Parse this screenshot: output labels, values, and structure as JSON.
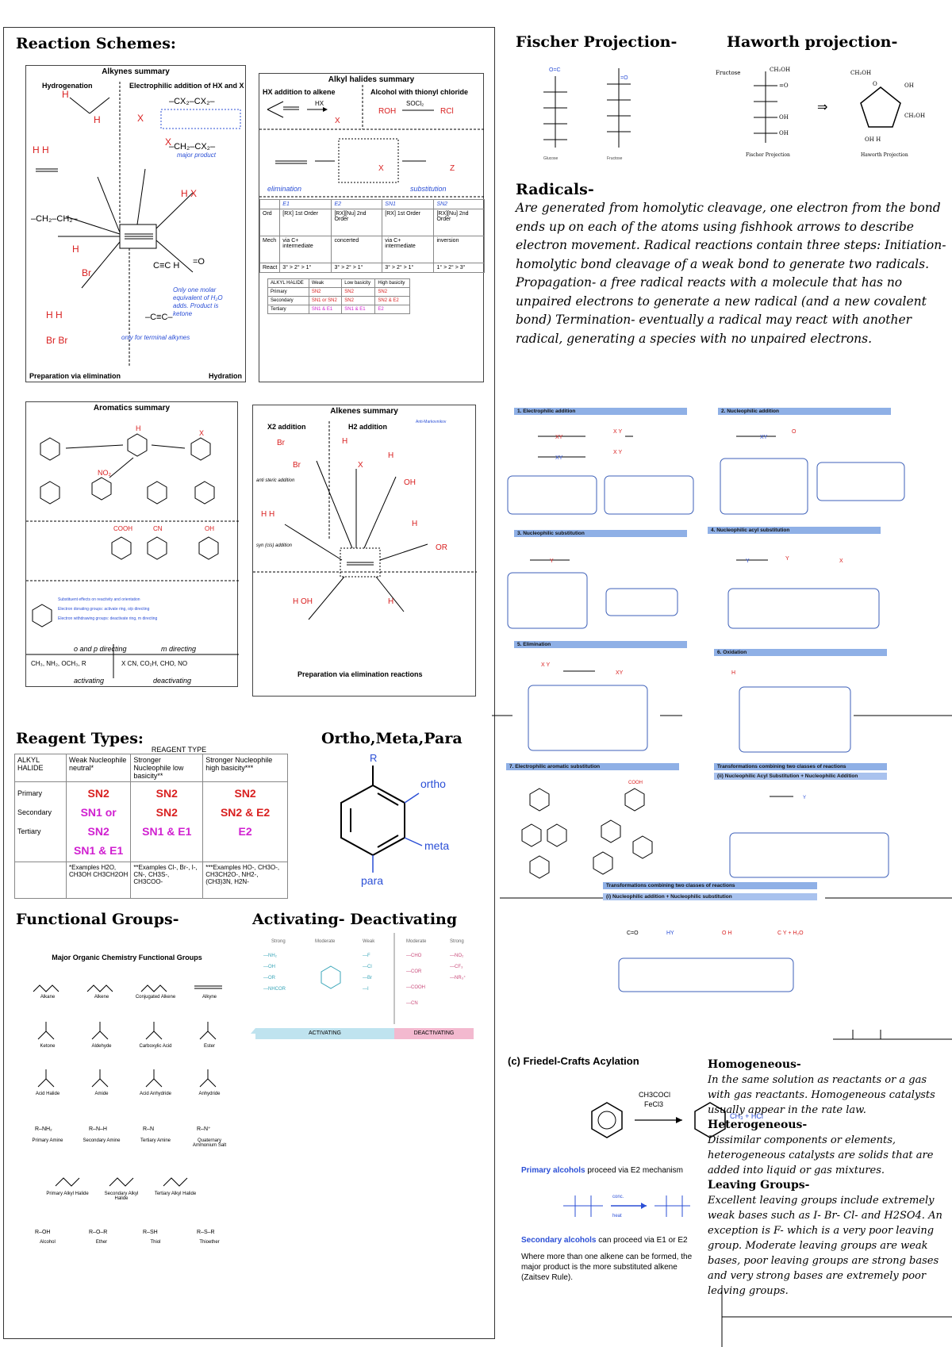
{
  "headings": {
    "reaction_schemes": "Reaction Schemes:",
    "fischer": "Fischer Projection-",
    "haworth": "Haworth projection-",
    "radicals": "Radicals-",
    "reagent_types": "Reagent Types:",
    "ortho_meta_para": "Ortho,Meta,Para",
    "functional_groups": "Functional Groups-",
    "activating": "Activating- Deactivating",
    "homogeneous": "Homogeneous-",
    "heterogeneous": "Heterogeneous-",
    "leaving_groups": "Leaving Groups-"
  },
  "radicals_text": "Are generated from homolytic cleavage, one electron from the bond ends up on each of the atoms using fishhook arrows to describe electron movement. Radical reactions contain three steps: Initiation- homolytic bond cleavage of a weak bond to generate two radicals. Propagation- a free radical reacts with a molecule that has no unpaired electrons to generate a new radical (and a new covalent bond) Termination- eventually a radical may react with another radical, generating a species with no unpaired electrons.",
  "homogeneous_text": "In the same solution as reactants or a gas with gas reactants. Homogeneous catalysts usually appear in the rate law.",
  "heterogeneous_text": "Dissimilar components or elements, heterogeneous catalysts are solids that are added into liquid or gas mixtures.",
  "leaving_text": "Excellent leaving groups include extremely weak bases such as I- Br- Cl- and H2SO4. An exception is F- which is a very poor leaving group. Moderate leaving groups are weak bases, poor leaving groups are strong bases and very strong bases are extremely poor leaving groups.",
  "summaries": {
    "alkynes": "Alkynes summary",
    "alkyl_halides": "Alkyl halides summary",
    "aromatics": "Aromatics summary",
    "alkenes": "Alkenes summary",
    "alkyne_hydrogenation": "Hydrogenation",
    "alkyne_electrophilic": "Electrophilic addition of HX and X",
    "alkyne_prep": "Preparation via elimination",
    "alkyne_hydration": "Hydration",
    "alkyl_hx": "HX addition to alkene",
    "alkyl_thionyl": "Alcohol with thionyl chloride",
    "alkyl_elimination": "elimination",
    "alkyl_substitution": "substitution",
    "alkenes_x2": "X2 addition",
    "alkenes_h2": "H2 addition",
    "alkenes_prep": "Preparation via elimination reactions",
    "aromatics_ortho": "o and p directing",
    "aromatics_meta": "m directing",
    "aromatics_activating": "activating",
    "aromatics_deactivating": "deactivating"
  },
  "reagent_table": {
    "caption": "REAGENT TYPE",
    "corner": "ALKYL HALIDE",
    "col_headers": [
      "Weak Nucleophile neutral*",
      "Stronger Nucleophile low basicity**",
      "Stronger Nucleophile high basicity***"
    ],
    "row_labels": [
      "Primary",
      "Secondary",
      "Tertiary"
    ],
    "cells": [
      [
        "SN2",
        "SN2",
        "SN2"
      ],
      [
        "SN1 or SN2",
        "SN2",
        "SN2 & E2"
      ],
      [
        "SN1 & E1",
        "SN1 & E1",
        "E2"
      ]
    ],
    "examples": [
      "*Examples H2O, CH3OH CH3CH2OH",
      "**Examples Cl-, Br-, I-, CN-, CH3S-, CH3COO-",
      "***Examples HO-, CH3O-, CH3CH2O-, NH2-, (CH3)3N, H2N-"
    ]
  },
  "omp": {
    "r": "R",
    "ortho": "ortho",
    "meta": "meta",
    "para": "para"
  },
  "functional": {
    "title": "Major Organic Chemistry Functional Groups",
    "groups": [
      "Alkane",
      "Alkene",
      "Conjugated Alkene",
      "Alkyne",
      "Ketone",
      "Aldehyde",
      "Carboxylic Acid",
      "Ester",
      "Acid Halide",
      "Amide",
      "Acid Anhydride",
      "Anhydride",
      "Primary Amine",
      "Secondary Amine",
      "Tertiary Amine",
      "Quaternary Ammonium Salt",
      "Primary Alkyl Halide",
      "Secondary Alkyl Halide",
      "Tertiary Alkyl Halide",
      "Alcohol",
      "Ether",
      "Thiol",
      "Thioether"
    ]
  },
  "act_deact": {
    "activating": "ACTIVATING",
    "deactivating": "DEACTIVATING"
  },
  "reaction_panels": {
    "p1": "1. Electrophilic addition",
    "p2": "2. Nucleophilic addition",
    "p3": "3. Nucleophilic substitution",
    "p4": "4. Nucleophilic acyl substitution",
    "p5": "5. Elimination",
    "p6": "6. Oxidation",
    "p7": "7. Electrophilic aromatic substitution",
    "p8": "Transformations combining two classes of reactions",
    "p8sub": "(ii) Nucleophilic Acyl Substitution + Nucleophilic Addition",
    "p9": "Transformations combining two classes of reactions",
    "p9sub": "(i) Nucleophilic addition + Nucleophilic substitution"
  },
  "friedel": {
    "title": "(c) Friedel-Crafts Acylation",
    "reagent1": "CH3COCl",
    "reagent2": "FeCl3",
    "primary_label": "Primary alcohols",
    "primary_rest": " proceed via E2 mechanism",
    "secondary_label": "Secondary alcohols",
    "secondary_rest": " can proceed via E1 or E2",
    "zaitsev": "Where more than one alkene can be formed, the major product is the more substituted alkene (Zaitsev Rule)."
  },
  "colors": {
    "accent_blue": "#2b4fd6",
    "red": "#d92020",
    "magenta": "#d020d0",
    "panel_bar": "#8fb0e6"
  }
}
